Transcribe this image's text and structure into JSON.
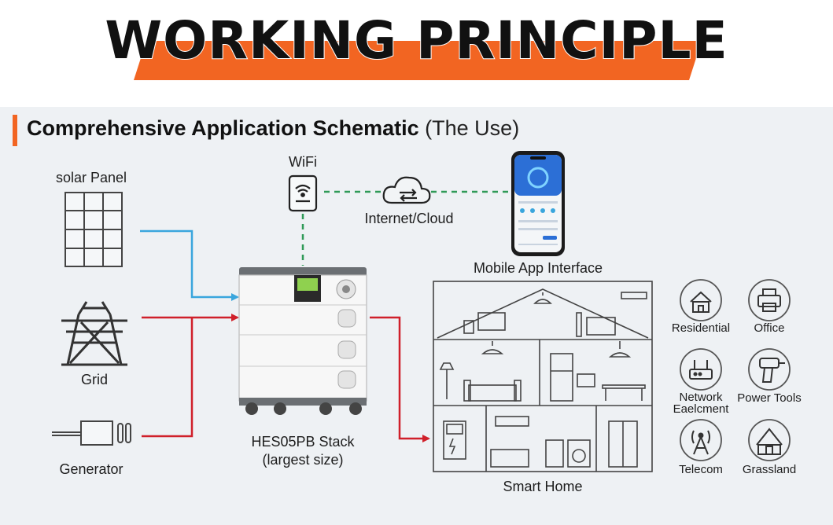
{
  "title": "WORKING PRINCIPLE",
  "section": {
    "title": "Comprehensive Application Schematic",
    "subtitle": "(The Use)"
  },
  "labels": {
    "solar": "solar Panel",
    "grid": "Grid",
    "generator": "Generator",
    "wifi": "WiFi",
    "cloud": "Internet/Cloud",
    "mobile": "Mobile App Interface",
    "stack_line1": "HES05PB Stack",
    "stack_line2": "(largest size)",
    "smart_home": "Smart Home"
  },
  "applications": [
    {
      "label": "Residential",
      "icon": "house-icon"
    },
    {
      "label": "Office",
      "icon": "printer-icon"
    },
    {
      "label": "Network\nEaelcment",
      "icon": "router-icon"
    },
    {
      "label": "Power Tools",
      "icon": "drill-icon"
    },
    {
      "label": "Telecom",
      "icon": "antenna-icon"
    },
    {
      "label": "Grassland",
      "icon": "yurt-icon"
    }
  ],
  "colors": {
    "accent": "#f26522",
    "dc_line": "#3aa6dd",
    "ac_line": "#d0202a",
    "data_line": "#2f9a57"
  }
}
